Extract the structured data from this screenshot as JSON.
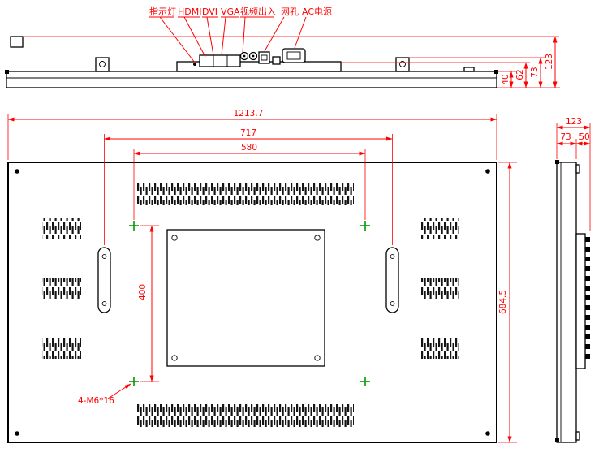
{
  "drawing": {
    "connector_labels": {
      "indicator": "指示灯",
      "hdmi": "HDMI",
      "dvi": "DVI",
      "vga": "VGA",
      "video_io": "视频出入",
      "net_port": "网孔",
      "ac_power": "AC电源"
    },
    "dims": {
      "top_body_depth": "40",
      "top_section_depth": "62",
      "top_ear_depth": "73",
      "top_total_depth": "123",
      "rear_width": "1213.7",
      "handle_span": "717",
      "mount_width": "580",
      "mount_height": "400",
      "rear_height": "684.5",
      "side_total_depth": "123",
      "side_body_depth": "73",
      "side_bracket_depth": "50",
      "mount_screw_note": "4-M6*16"
    },
    "colors": {
      "outline": "#000000",
      "dimension": "#ff0000",
      "mount_mark": "#009900",
      "background": "#ffffff"
    }
  }
}
